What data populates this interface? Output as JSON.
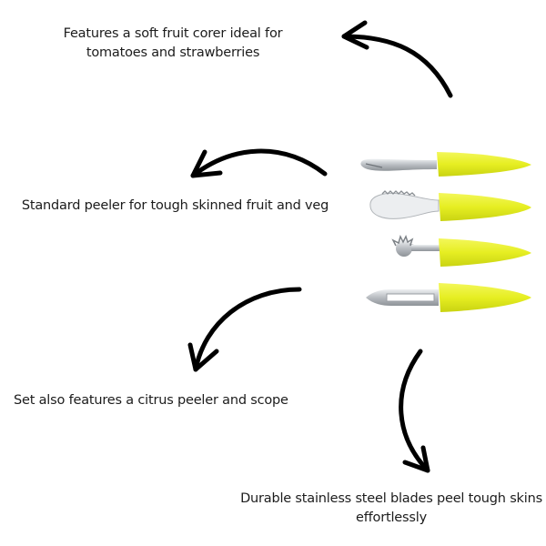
{
  "captions": {
    "corer": "Features a soft fruit corer ideal for tomatoes and strawberries",
    "standard_peeler": "Standard peeler for tough skinned fruit and veg",
    "citrus": "Set also features a citrus peeler and scope",
    "blades": "Durable stainless steel blades peel tough skins effortlessly"
  },
  "product": {
    "tools": [
      {
        "name": "citrus-peeler-tool"
      },
      {
        "name": "scoop-tool"
      },
      {
        "name": "soft-fruit-corer-tool"
      },
      {
        "name": "standard-peeler-tool"
      }
    ],
    "handle_color": "#e8f02a",
    "blade_color": "#c9ccd0"
  },
  "arrows": [
    "arrow-to-corer-caption",
    "arrow-to-peeler-caption",
    "arrow-to-citrus-caption",
    "arrow-to-blades-caption"
  ]
}
